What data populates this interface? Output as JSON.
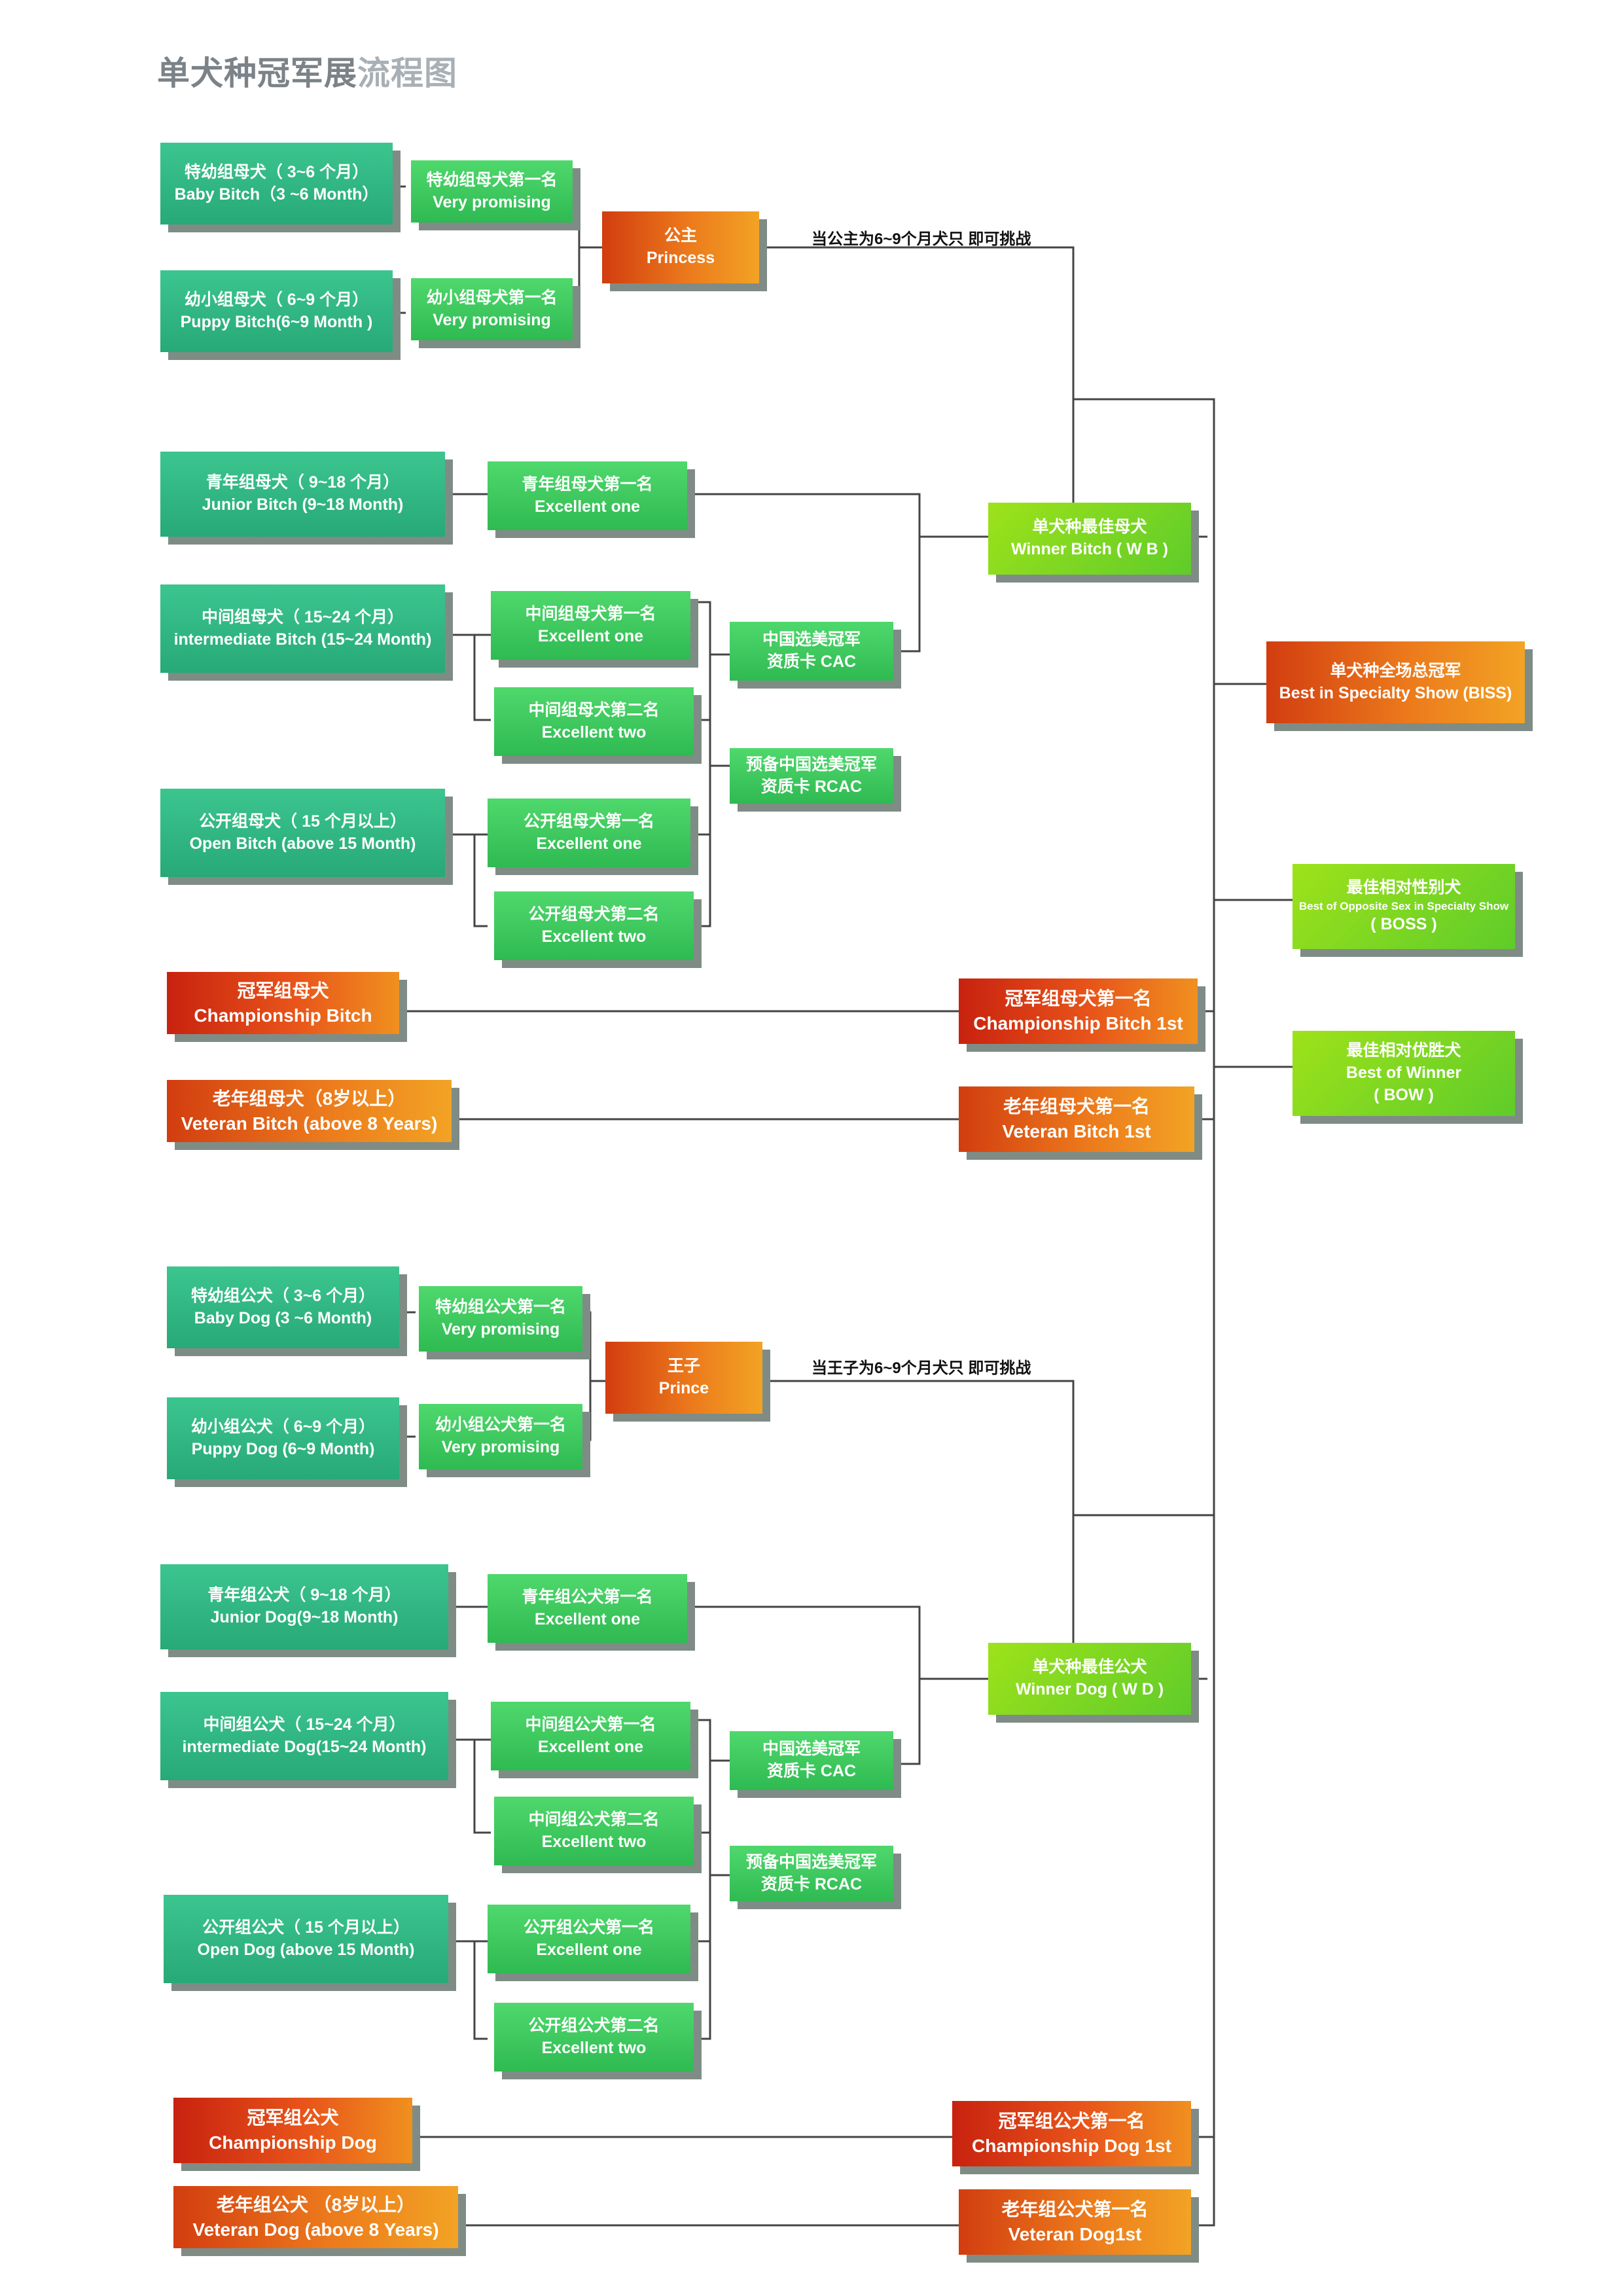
{
  "title_part1": "单犬种冠军展",
  "title_part2": "流程图",
  "bitch": {
    "baby": [
      "特幼组母犬（ 3~6 个月）",
      "Baby Bitch（3 ~6 Month）"
    ],
    "puppy": [
      "幼小组母犬（ 6~9 个月）",
      "Puppy Bitch(6~9 Month )"
    ],
    "baby_first": [
      "特幼组母犬第一名",
      "Very promising"
    ],
    "puppy_first": [
      "幼小组母犬第一名",
      "Very promising"
    ],
    "princess": [
      "公主",
      "Princess"
    ],
    "princess_note": "当公主为6~9个月犬只 即可挑战",
    "junior": [
      "青年组母犬（ 9~18 个月）",
      "Junior Bitch (9~18 Month)"
    ],
    "junior_first": [
      "青年组母犬第一名",
      "Excellent one"
    ],
    "intermediate": [
      "中间组母犬（ 15~24 个月）",
      "intermediate Bitch (15~24 Month)"
    ],
    "intermediate_first": [
      "中间组母犬第一名",
      "Excellent one"
    ],
    "intermediate_second": [
      "中间组母犬第二名",
      "Excellent two"
    ],
    "open": [
      "公开组母犬（ 15 个月以上）",
      "Open Bitch (above 15 Month)"
    ],
    "open_first": [
      "公开组母犬第一名",
      "Excellent one"
    ],
    "open_second": [
      "公开组母犬第二名",
      "Excellent two"
    ],
    "cac": [
      "中国选美冠军",
      "资质卡 CAC"
    ],
    "rcac": [
      "预备中国选美冠军",
      "资质卡 RCAC"
    ],
    "winner": [
      "单犬种最佳母犬",
      "Winner Bitch ( W B )"
    ],
    "championship": [
      "冠军组母犬",
      "Championship Bitch"
    ],
    "championship_first": [
      "冠军组母犬第一名",
      "Championship Bitch 1st"
    ],
    "veteran": [
      "老年组母犬（8岁以上）",
      "Veteran Bitch (above 8 Years)"
    ],
    "veteran_first": [
      "老年组母犬第一名",
      "Veteran Bitch 1st"
    ]
  },
  "dog": {
    "baby": [
      "特幼组公犬（ 3~6 个月）",
      "Baby Dog (3 ~6 Month)"
    ],
    "puppy": [
      "幼小组公犬（ 6~9 个月）",
      "Puppy Dog (6~9 Month)"
    ],
    "baby_first": [
      "特幼组公犬第一名",
      "Very promising"
    ],
    "puppy_first": [
      "幼小组公犬第一名",
      "Very promising"
    ],
    "prince": [
      "王子",
      "Prince"
    ],
    "prince_note": "当王子为6~9个月犬只 即可挑战",
    "junior": [
      "青年组公犬（ 9~18 个月）",
      "Junior Dog(9~18 Month)"
    ],
    "junior_first": [
      "青年组公犬第一名",
      "Excellent one"
    ],
    "intermediate": [
      "中间组公犬（ 15~24 个月）",
      "intermediate Dog(15~24 Month)"
    ],
    "intermediate_first": [
      "中间组公犬第一名",
      "Excellent one"
    ],
    "intermediate_second": [
      "中间组公犬第二名",
      "Excellent two"
    ],
    "open": [
      "公开组公犬（ 15 个月以上）",
      "Open Dog (above 15 Month)"
    ],
    "open_first": [
      "公开组公犬第一名",
      "Excellent one"
    ],
    "open_second": [
      "公开组公犬第二名",
      "Excellent two"
    ],
    "cac": [
      "中国选美冠军",
      "资质卡 CAC"
    ],
    "rcac": [
      "预备中国选美冠军",
      "资质卡 RCAC"
    ],
    "winner": [
      "单犬种最佳公犬",
      "Winner Dog ( W D )"
    ],
    "championship": [
      "冠军组公犬",
      "Championship Dog"
    ],
    "championship_first": [
      "冠军组公犬第一名",
      "Championship Dog 1st"
    ],
    "veteran": [
      "老年组公犬 （8岁以上）",
      "Veteran Dog (above 8 Years)"
    ],
    "veteran_first": [
      "老年组公犬第一名",
      "Veteran Dog1st"
    ]
  },
  "final": {
    "biss": [
      "单犬种全场总冠军",
      "Best in Specialty Show (BISS)"
    ],
    "boss": [
      "最佳相对性别犬",
      "Best of Opposite Sex in Specialty Show",
      "( BOSS )"
    ],
    "bow": [
      "最佳相对优胜犬",
      "Best of Winner",
      "( BOW )"
    ]
  }
}
